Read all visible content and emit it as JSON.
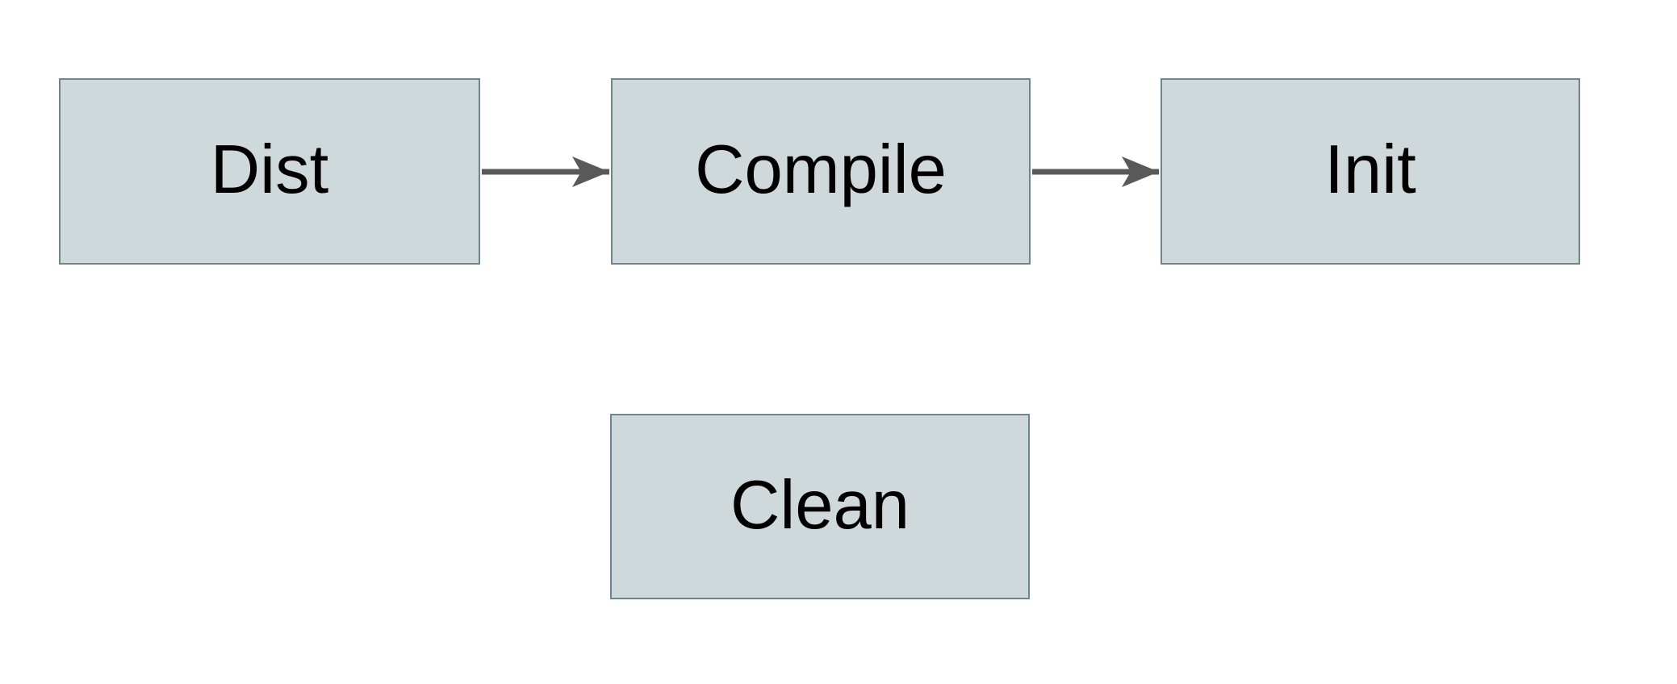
{
  "diagram": {
    "type": "flowchart",
    "nodes": [
      {
        "id": "dist",
        "label": "Dist"
      },
      {
        "id": "compile",
        "label": "Compile"
      },
      {
        "id": "init",
        "label": "Init"
      },
      {
        "id": "clean",
        "label": "Clean"
      }
    ],
    "edges": [
      {
        "from": "dist",
        "to": "compile",
        "direction": "right"
      },
      {
        "from": "compile",
        "to": "init",
        "direction": "right"
      }
    ],
    "colors": {
      "node_fill": "#cfd8da",
      "node_border": "#6e8590",
      "arrow": "#595959",
      "label": "#000000",
      "background": "#ffffff"
    }
  }
}
